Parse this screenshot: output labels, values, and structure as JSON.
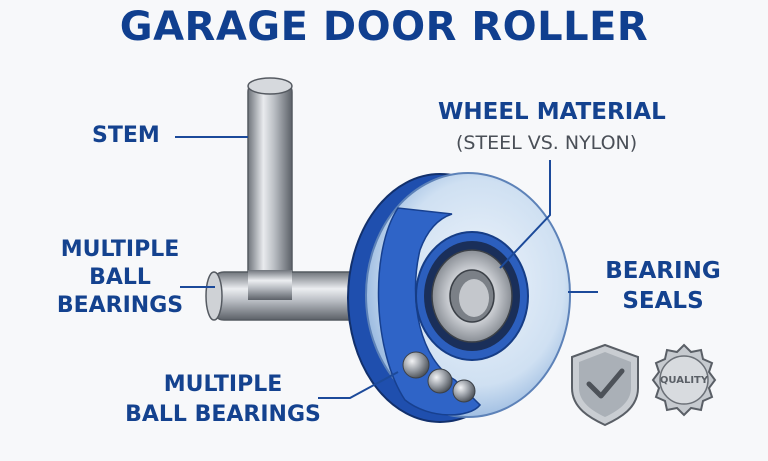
{
  "title": "GARAGE DOOR ROLLER",
  "labels": {
    "stem": "STEM",
    "wheel_material": "WHEEL MATERIAL",
    "wheel_material_sub": "(STEEL VS. NYLON)",
    "left_bearings": [
      "MULTIPLE",
      "BALL",
      "BEARINGS"
    ],
    "bearing_seals": [
      "BEARING",
      "SEALS"
    ],
    "bottom_bearings": [
      "MULTIPLE",
      "BALL BEARINGS"
    ]
  },
  "badges": {
    "shield_icon": "shield-check-icon",
    "quality_seal_icon": "quality-seal-icon",
    "quality_text": "QUALITY"
  },
  "colors": {
    "title": "#103f8f",
    "label": "#14428f",
    "line": "#1c4a9a",
    "wheel_blue": "#2f64c7",
    "steel": "#a9adb3"
  }
}
